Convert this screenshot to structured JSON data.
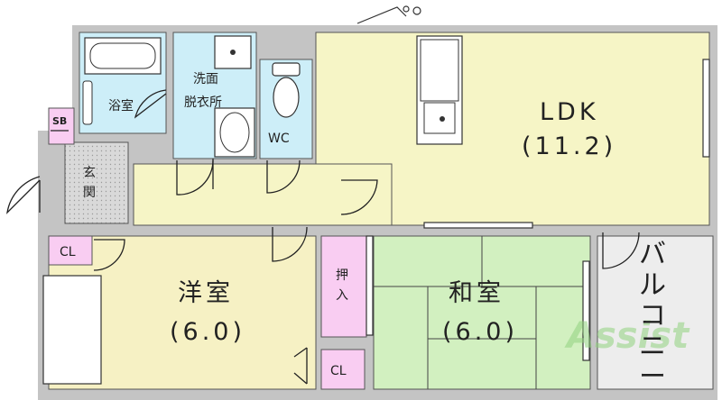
{
  "rooms": {
    "ldk": {
      "name": "LDK",
      "size": "(11.2)"
    },
    "western": {
      "name": "洋室",
      "size": "(6.0)"
    },
    "japanese": {
      "name": "和室",
      "size": "(6.0)"
    },
    "bath": {
      "name": "浴室"
    },
    "washroom": {
      "line1": "洗面",
      "line2": "脱衣所"
    },
    "toilet": {
      "name": "WC"
    },
    "entrance": {
      "line1": "玄",
      "line2": "関"
    },
    "balcony": {
      "chars": [
        "バ",
        "ル",
        "コ",
        "ニ",
        "ー"
      ]
    }
  },
  "storage": {
    "shoebox": "SB",
    "closet_entrance": "CL",
    "closet_western": "CL",
    "oshiire_line1": "押",
    "oshiire_line2": "入"
  },
  "watermark": "Assist",
  "colors": {
    "ldk": "#f6f5c6",
    "western": "#f6f1c4",
    "japanese": "#d2f0c0",
    "wet": "#cdeef8",
    "storage": "#f9cdf2",
    "entrance": "#d9d9d9",
    "balcony": "#ededed",
    "wall": "#c4c4c4",
    "line": "#333333"
  }
}
